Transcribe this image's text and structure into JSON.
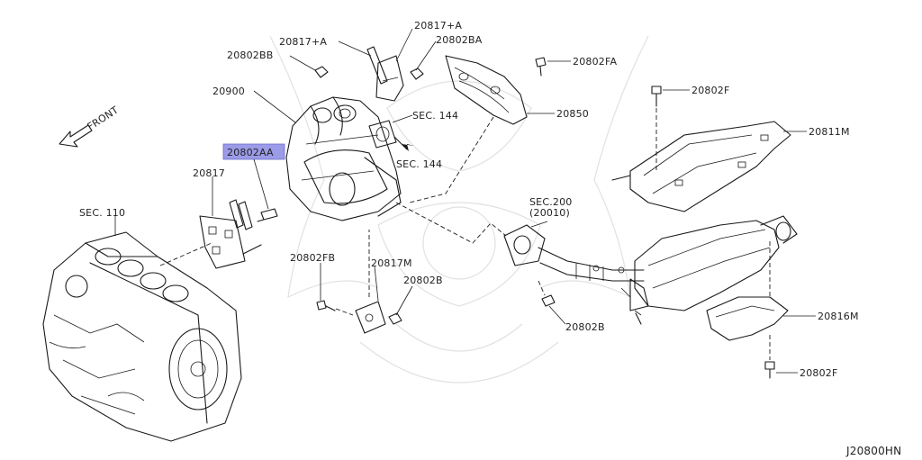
{
  "diagram_code": "J20800HN",
  "front_label": "FRONT",
  "highlight_color": "#9b9be8",
  "labels": {
    "p20817_a_left": "20817+A",
    "p20817_a_right": "20817+A",
    "p20802bb": "20802BB",
    "p20802ba": "20802BA",
    "p20802fa": "20802FA",
    "p20900": "20900",
    "sec144_a": "SEC. 144",
    "sec144_b": "SEC. 144",
    "p20850": "20850",
    "p20802f_top": "20802F",
    "p20811m": "20811M",
    "p20802aa": "20802AA",
    "p20817": "20817",
    "sec110": "SEC. 110",
    "sec200": "SEC.200",
    "sec200_sub": "(20010)",
    "p20802fb": "20802FB",
    "p20817m": "20817M",
    "p20802b_mid": "20802B",
    "p20802b_low": "20802B",
    "p20816m": "20816M",
    "p20802f_bottom": "20802F"
  }
}
